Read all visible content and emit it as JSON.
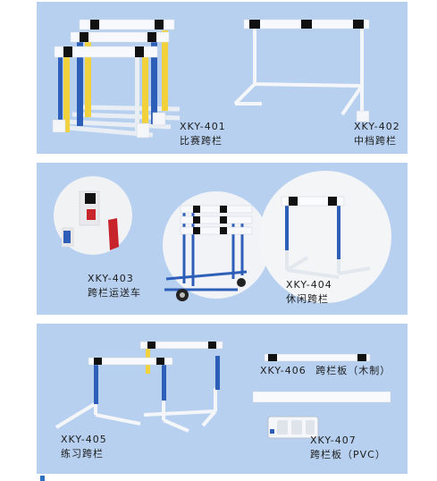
{
  "products": [
    {
      "code": "XKY-401",
      "name": "比赛跨栏"
    },
    {
      "code": "XKY-402",
      "name": "中档跨栏"
    },
    {
      "code": "XKY-403",
      "name": "跨栏运送车"
    },
    {
      "code": "XKY-404",
      "name": "休闲跨栏"
    },
    {
      "code": "XKY-405",
      "name": "练习跨栏"
    },
    {
      "code": "XKY-406",
      "name": "跨栏板（木制）"
    },
    {
      "code": "XKY-407",
      "name": "跨栏板（PVC）"
    }
  ],
  "colors": {
    "panel": "#b7d0ef",
    "frame": "#f4f6f9",
    "blue": "#2d5fb8",
    "yellow": "#f2d23c",
    "black": "#111111",
    "red": "#c8242c"
  }
}
